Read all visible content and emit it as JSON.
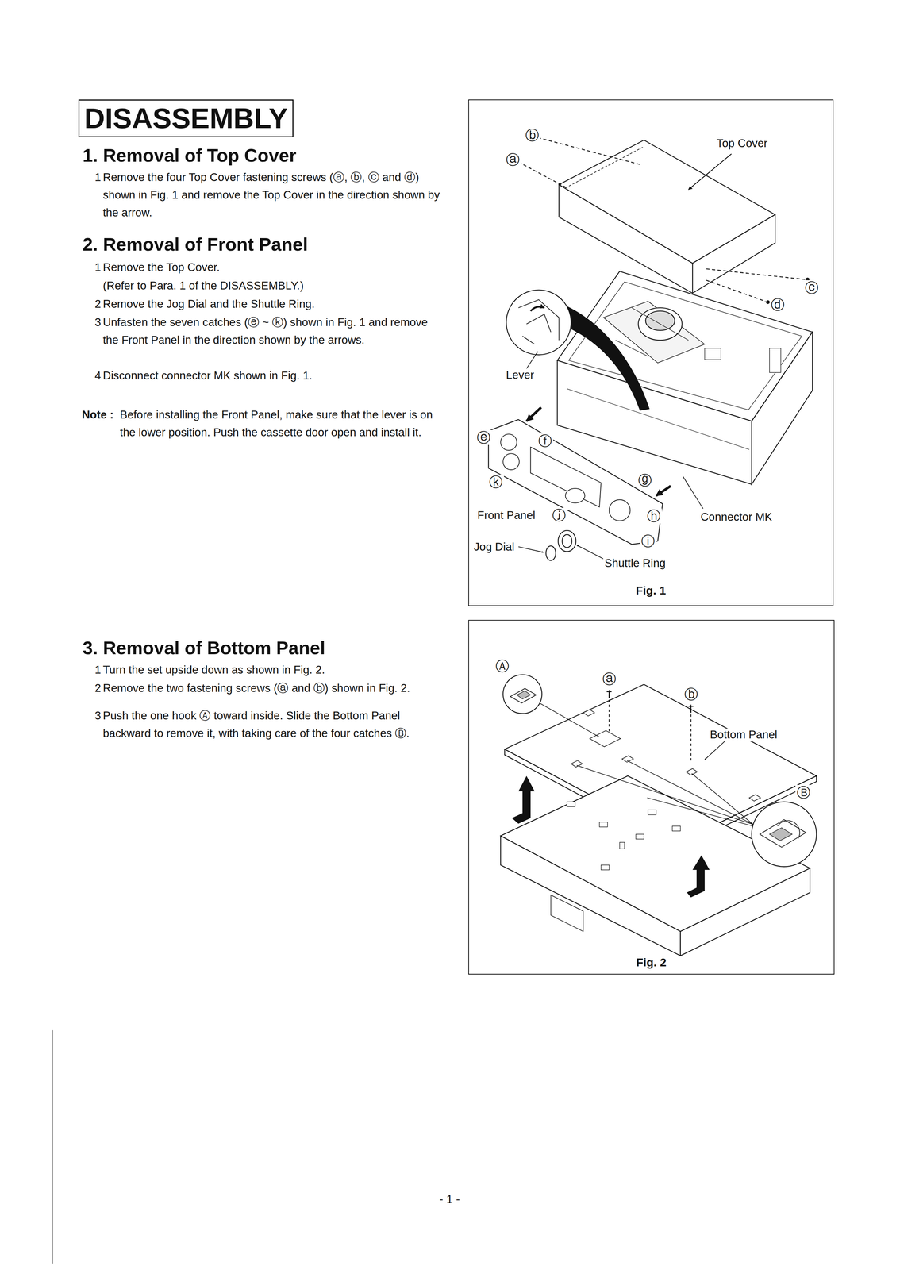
{
  "diagram": {
    "title": "DISASSEMBLY",
    "nodes": [
      {
        "text": [
          "Fig. 1"
        ]
      },
      {
        "text": [
          "Fig. 2"
        ]
      }
    ],
    "labels": [
      "1. Removal of Top Cover",
      "1",
      "Remove the four Top Cover fastening screws (ⓐ, ⓑ, ⓒ and ⓓ) shown in Fig. 1 and remove the Top Cover in the direction shown by the arrow.",
      "2. Removal of Front Panel",
      "1",
      "Remove the Top Cover.",
      "(Refer to Para. 1 of the DISASSEMBLY.)",
      "2",
      "Remove the Jog Dial and the Shuttle Ring.",
      "3",
      "Unfasten the seven catches (ⓔ ~ ⓚ) shown in Fig. 1 and remove the Front Panel in the direction shown by the arrows.",
      "4",
      "Disconnect connector MK shown in Fig. 1.",
      "Note :",
      "Before installing the Front Panel, make sure that the lever is on the lower position. Push the cassette door open and install it.",
      "3. Removal of Bottom Panel",
      "1",
      "Turn the set upside down as shown in Fig. 2.",
      "2",
      "Remove the two fastening screws (ⓐ and ⓑ) shown in Fig. 2.",
      "3",
      "Push the one hook Ⓐ toward inside. Slide the Bottom Panel backward to remove it, with taking care of the four catches Ⓑ.",
      "- 1 -",
      "ⓑ",
      "ⓐ",
      "Top Cover",
      "ⓒ",
      "ⓓ",
      "Lever",
      "ⓔ",
      "ⓕ",
      "ⓚ",
      "ⓖ",
      "Front Panel",
      "ⓙ",
      "ⓗ",
      "Connector MK",
      "Jog Dial",
      "ⓘ",
      "Shuttle Ring",
      "Ⓐ",
      "ⓐ",
      "ⓑ",
      "Bottom Panel",
      "Ⓑ"
    ]
  }
}
